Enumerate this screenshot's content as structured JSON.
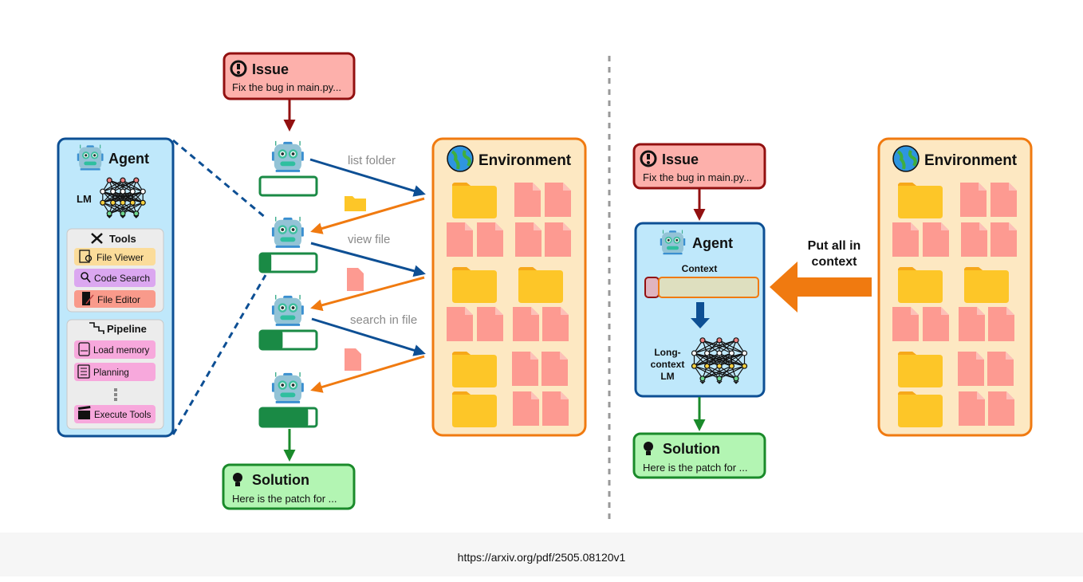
{
  "left": {
    "issue": {
      "title": "Issue",
      "text": "Fix the bug in main.py..."
    },
    "solution": {
      "title": "Solution",
      "text": "Here is the patch for ..."
    },
    "agent": {
      "title": "Agent",
      "lm_label": "LM",
      "tools": {
        "title": "Tools",
        "items": [
          "File Viewer",
          "Code Search",
          "File Editor"
        ]
      },
      "pipeline": {
        "title": "Pipeline",
        "items": [
          "Load memory",
          "Planning",
          "Execute Tools"
        ]
      }
    },
    "actions": [
      "list folder",
      "view file",
      "search in file"
    ],
    "context_progress": [
      0.0,
      0.2,
      0.4,
      0.85
    ],
    "environment": {
      "title": "Environment"
    }
  },
  "right": {
    "issue": {
      "title": "Issue",
      "text": "Fix the bug in main.py..."
    },
    "solution": {
      "title": "Solution",
      "text": "Here is the patch for ..."
    },
    "agent": {
      "title": "Agent",
      "context_label": "Context",
      "lm_label": [
        "Long-",
        "context",
        "LM"
      ]
    },
    "transfer_label": [
      "Put all in",
      "context"
    ],
    "environment": {
      "title": "Environment"
    }
  },
  "colors": {
    "issue": "#fdb0ab",
    "solution": "#b3f5b3",
    "agent": "#bfe8fb",
    "environment": "#fde8c2",
    "query_arrow": "#0d4f94",
    "response_arrow": "#f07a10"
  },
  "footer": {
    "url": "https://arxiv.org/pdf/2505.08120v1"
  }
}
